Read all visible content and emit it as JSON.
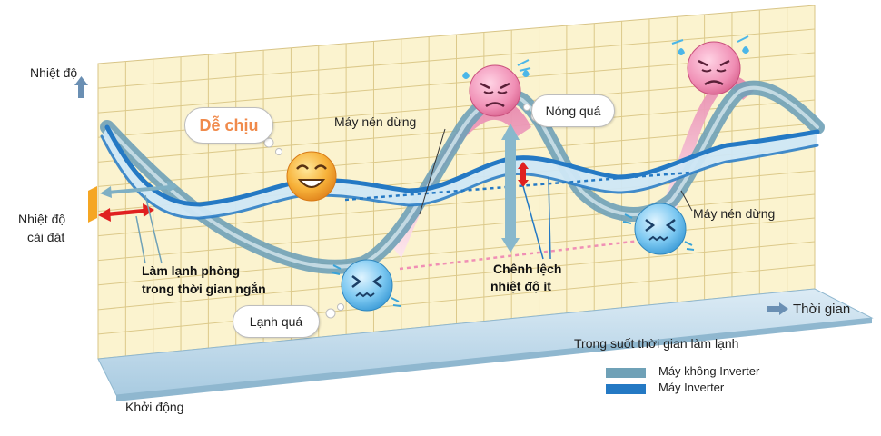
{
  "axes": {
    "y_label": "Nhiệt độ",
    "x_label": "Thời gian",
    "setpoint_label_line1": "Nhiệt độ",
    "setpoint_label_line2": "cài đặt",
    "start_label": "Khởi động",
    "period_label": "Trong suốt thời gian làm lạnh"
  },
  "annotations": {
    "quick_cooling_line1": "Làm lạnh phòng",
    "quick_cooling_line2": "trong thời gian ngắn",
    "compressor_stop_1": "Máy nén dừng",
    "compressor_stop_2": "Máy nén dừng",
    "small_diff_line1": "Chênh lệch",
    "small_diff_line2": "nhiệt độ ít"
  },
  "bubbles": {
    "comfortable": "Dễ chịu",
    "too_hot": "Nóng quá",
    "too_cold": "Lạnh quá"
  },
  "legend": {
    "items": [
      {
        "label": "Máy không Inverter",
        "color": "#6fa1b7"
      },
      {
        "label": "Máy Inverter",
        "color": "#2479c4"
      }
    ]
  },
  "colors": {
    "grid_background": "#fbf3cf",
    "grid_lines": "#dcc98a",
    "floor": "#b9d6e8",
    "non_inverter": "#6fa1b7",
    "inverter": "#2479c4",
    "hot_ribbon": "#f3a9c5",
    "arrow_red": "#e02020",
    "arrow_teal": "#6fa1b7",
    "comfortable_text": "#f08a4b"
  }
}
